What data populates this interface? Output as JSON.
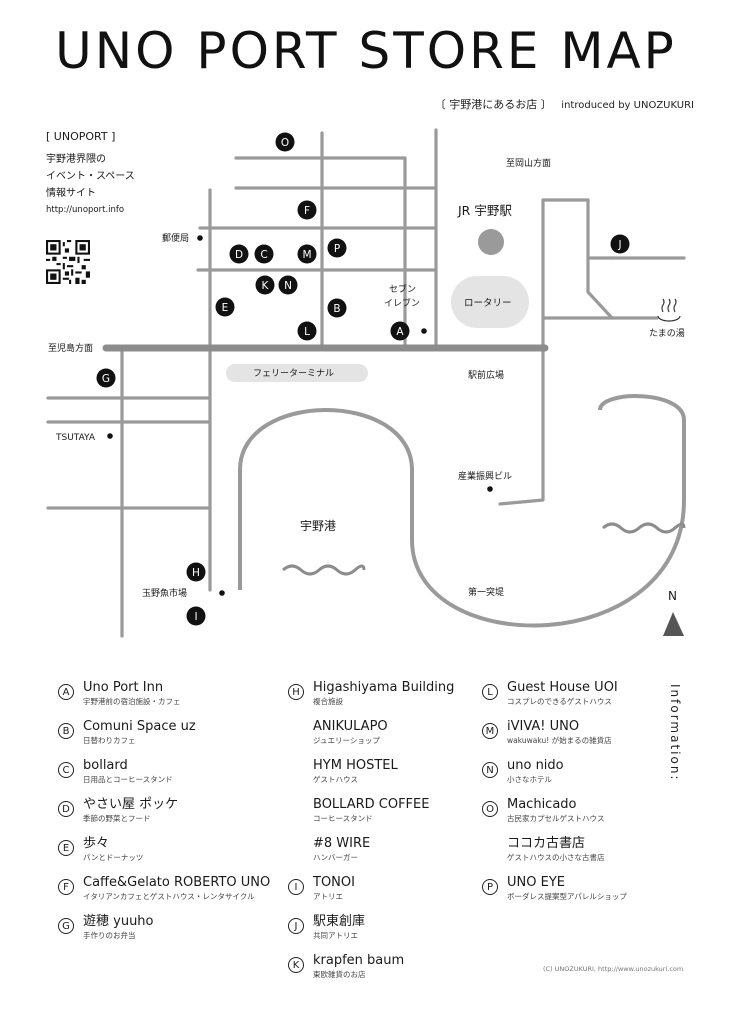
{
  "header": {
    "title": "UNO PORT STORE MAP",
    "subtitle_jp": "〔 宇野港にあるお店 〕",
    "subtitle_en": "introduced by UNOZUKURI"
  },
  "info": {
    "heading": "[ UNOPORT ]",
    "line1": "宇野港界隈の",
    "line2": "イベント・スペース",
    "line3": "情報サイト",
    "url": "http://unoport.info"
  },
  "map_labels": {
    "jr_station": "JR 宇野駅",
    "okayama": "至岡山方面",
    "kojima": "至児島方面",
    "post_office": "郵便局",
    "seven_1": "セブン",
    "seven_2": "イレブン",
    "rotary": "ロータリー",
    "tamanoyu": "たまの湯",
    "ferry": "フェリーターミナル",
    "ekimae": "駅前広場",
    "tsutaya": "TSUTAYA",
    "sangyo": "産業振興ビル",
    "port": "宇野港",
    "fish_market": "玉野魚市場",
    "pier": "第一突堤",
    "north": "N"
  },
  "map_markers": [
    "O",
    "F",
    "D",
    "C",
    "M",
    "P",
    "K",
    "N",
    "E",
    "B",
    "L",
    "A",
    "G",
    "J",
    "H",
    "I"
  ],
  "legend": {
    "col1": [
      {
        "letter": "A",
        "name": "Uno Port Inn",
        "desc": "宇野港前の宿泊施設・カフェ"
      },
      {
        "letter": "B",
        "name": "Comuni Space uz",
        "desc": "日替わりカフェ"
      },
      {
        "letter": "C",
        "name": "bollard",
        "desc": "日用品とコーヒースタンド"
      },
      {
        "letter": "D",
        "name": "やさい屋 ポッケ",
        "desc": "季節の野菜とフード"
      },
      {
        "letter": "E",
        "name": "歩々",
        "desc": "パンとドーナッツ"
      },
      {
        "letter": "F",
        "name": "Caffe&Gelato ROBERTO UNO",
        "desc": "イタリアンカフェとゲストハウス・レンタサイクル"
      },
      {
        "letter": "G",
        "name": "遊穂 yuuho",
        "desc": "手作りのお弁当"
      }
    ],
    "col2": [
      {
        "letter": "H",
        "name": "Higashiyama Building",
        "desc": "複合施設"
      },
      {
        "letter": "",
        "name": "ANIKULAPO",
        "desc": "ジュエリーショップ"
      },
      {
        "letter": "",
        "name": "HYM HOSTEL",
        "desc": "ゲストハウス"
      },
      {
        "letter": "",
        "name": "BOLLARD COFFEE",
        "desc": "コーヒースタンド"
      },
      {
        "letter": "",
        "name": "#8 WIRE",
        "desc": "ハンバーガー"
      },
      {
        "letter": "I",
        "name": "TONOI",
        "desc": "アトリエ"
      },
      {
        "letter": "J",
        "name": "駅東創庫",
        "desc": "共同アトリエ"
      },
      {
        "letter": "K",
        "name": "krapfen baum",
        "desc": "東欧雑貨のお店"
      }
    ],
    "col3": [
      {
        "letter": "L",
        "name": "Guest House UOI",
        "desc": "コスプレのできるゲストハウス"
      },
      {
        "letter": "M",
        "name": "iVIVA! UNO",
        "desc": "wakuwaku! が始まるの雑貨店"
      },
      {
        "letter": "N",
        "name": "uno nido",
        "desc": "小さなホテル"
      },
      {
        "letter": "O",
        "name": "Machicado",
        "desc": "古民家カプセルゲストハウス"
      },
      {
        "letter": "",
        "name": "ココカ古書店",
        "desc": "ゲストハウスの小さな古書店"
      },
      {
        "letter": "P",
        "name": "UNO EYE",
        "desc": "ボーダレス提案型アパレルショップ"
      }
    ]
  },
  "side_label": "Information:",
  "copyright": "(C) UNOZUKURI, http://www.unozukuri.com",
  "colors": {
    "road": "#9a9a9a",
    "road_main": "#8c8c8c",
    "marker": "#111111",
    "station": "#9a9a9a",
    "rotary_fill": "#e4e4e4"
  }
}
